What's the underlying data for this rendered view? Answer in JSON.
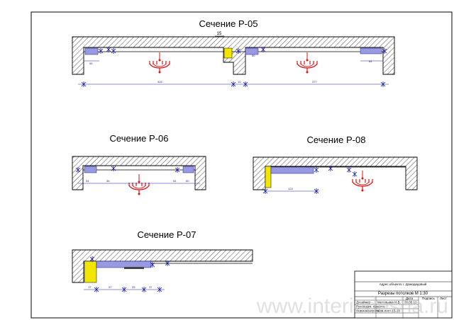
{
  "sections": {
    "p05": {
      "title": "Сечение Р-05",
      "dim_top": "15",
      "dims": [
        "54",
        "50",
        "50",
        "426",
        "10",
        "377",
        "64"
      ]
    },
    "p06": {
      "title": "Сечение Р-06",
      "dims": [
        "54",
        "36",
        "54",
        "50"
      ]
    },
    "p08": {
      "title": "Сечение Р-08",
      "dims": [
        "124"
      ]
    },
    "p07": {
      "title": "Сечение Р-07",
      "dims": [
        "17",
        "37",
        "33",
        "37"
      ]
    }
  },
  "title_block": {
    "address": "Адрес объекта: г. Домодедовый",
    "sheet_title": "Разрезы потолков  М 1:30",
    "col_date": "Дата",
    "col_sign": "Подпись",
    "col_sheet": "Лист",
    "designer_role": "Дизайнер",
    "designer_name": "Матольева И.В.",
    "date_value": "30.05.12",
    "row2_left": "Руководит. проекта",
    "row3_left": "Нормоконтроль",
    "row3_mid": "Изм.лист 15-10"
  },
  "watermark": "www.interiedesha.ru",
  "colors": {
    "dimension": "#1a1aa0",
    "chandelier": "#e01010",
    "panel": "#9999e0",
    "yellow_block": "#f2e600",
    "hatch": "#000000"
  }
}
